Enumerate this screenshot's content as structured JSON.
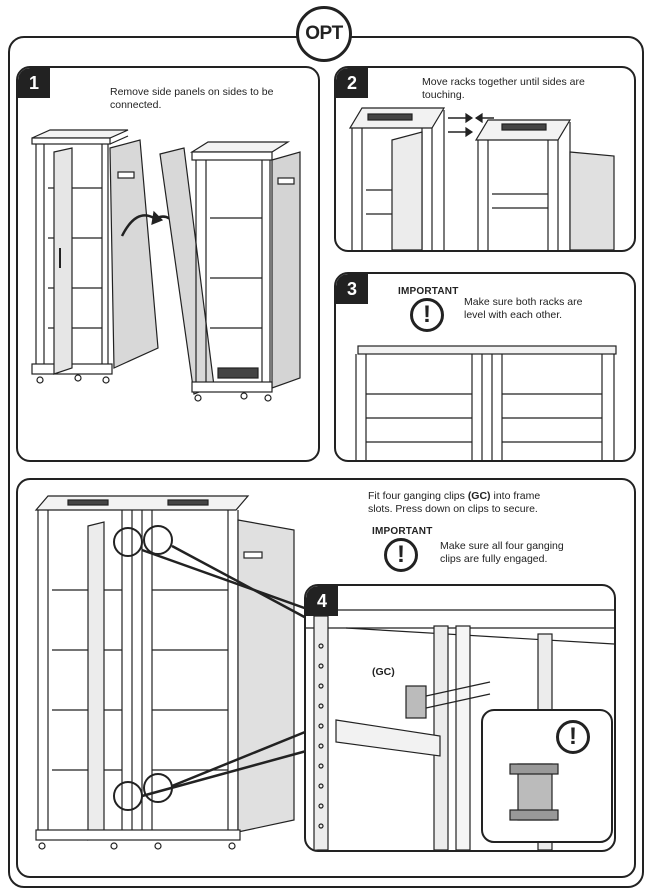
{
  "badge": {
    "label": "OPT"
  },
  "step1": {
    "number": "1",
    "text_line1": "Remove side panels on sides to be",
    "text_line2": "connected."
  },
  "step2": {
    "number": "2",
    "text_line1": "Move racks together until sides are",
    "text_line2": "touching."
  },
  "step3": {
    "number": "3",
    "important_label": "IMPORTANT",
    "alert_symbol": "!",
    "text_line1": "Make sure both racks are",
    "text_line2": "level with each other."
  },
  "step4_intro": {
    "text_line1": "Fit four ganging clips",
    "clip_code": "(GC)",
    "text_line1_end": "into frame",
    "text_line2": "slots. Press down on clips to secure.",
    "important_label": "IMPORTANT",
    "alert_symbol": "!",
    "note_line1": "Make sure all four ganging",
    "note_line2": "clips are fully engaged."
  },
  "step4": {
    "number": "4",
    "callout_label": "(GC)",
    "alert_symbol": "!"
  },
  "icons": [
    "alert-icon",
    "curved-arrow-icon",
    "double-arrow-icon"
  ]
}
